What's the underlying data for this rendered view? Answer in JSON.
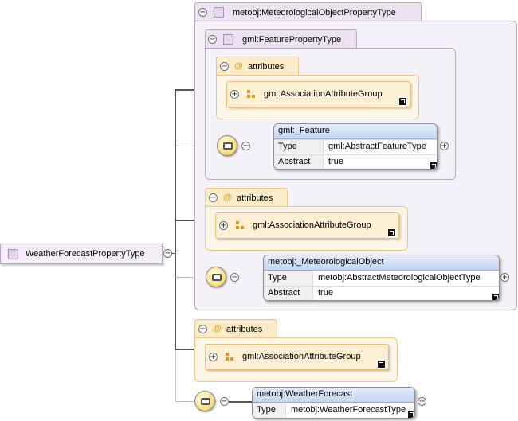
{
  "root": {
    "label": "WeatherForecastPropertyType"
  },
  "met_type": {
    "label": "metobj:MeteorologicalObjectPropertyType"
  },
  "gml_type": {
    "label": "gml:FeaturePropertyType"
  },
  "attributes_label": "attributes",
  "at_symbol": "@",
  "group_label": "gml:AssociationAttributeGroup",
  "row_type_label": "Type",
  "row_abstract_label": "Abstract",
  "feature_elem": {
    "title": "gml:_Feature",
    "type": "gml:AbstractFeatureType",
    "abstract": "true"
  },
  "metobj_elem": {
    "title": "metobj:_MeteorologicalObject",
    "type": "metobj:AbstractMeteorologicalObjectType",
    "abstract": "true"
  },
  "forecast_elem": {
    "title": "metobj:WeatherForecast",
    "type": "metobj:WeatherForecastType"
  },
  "symbols": {
    "minus": "−",
    "plus": "+"
  },
  "colors": {
    "type_bg": "#f5f1f8",
    "attr_bg": "#fdf5e6",
    "group_bg": "#fcefd4",
    "element_head": "#c4d6f2"
  }
}
